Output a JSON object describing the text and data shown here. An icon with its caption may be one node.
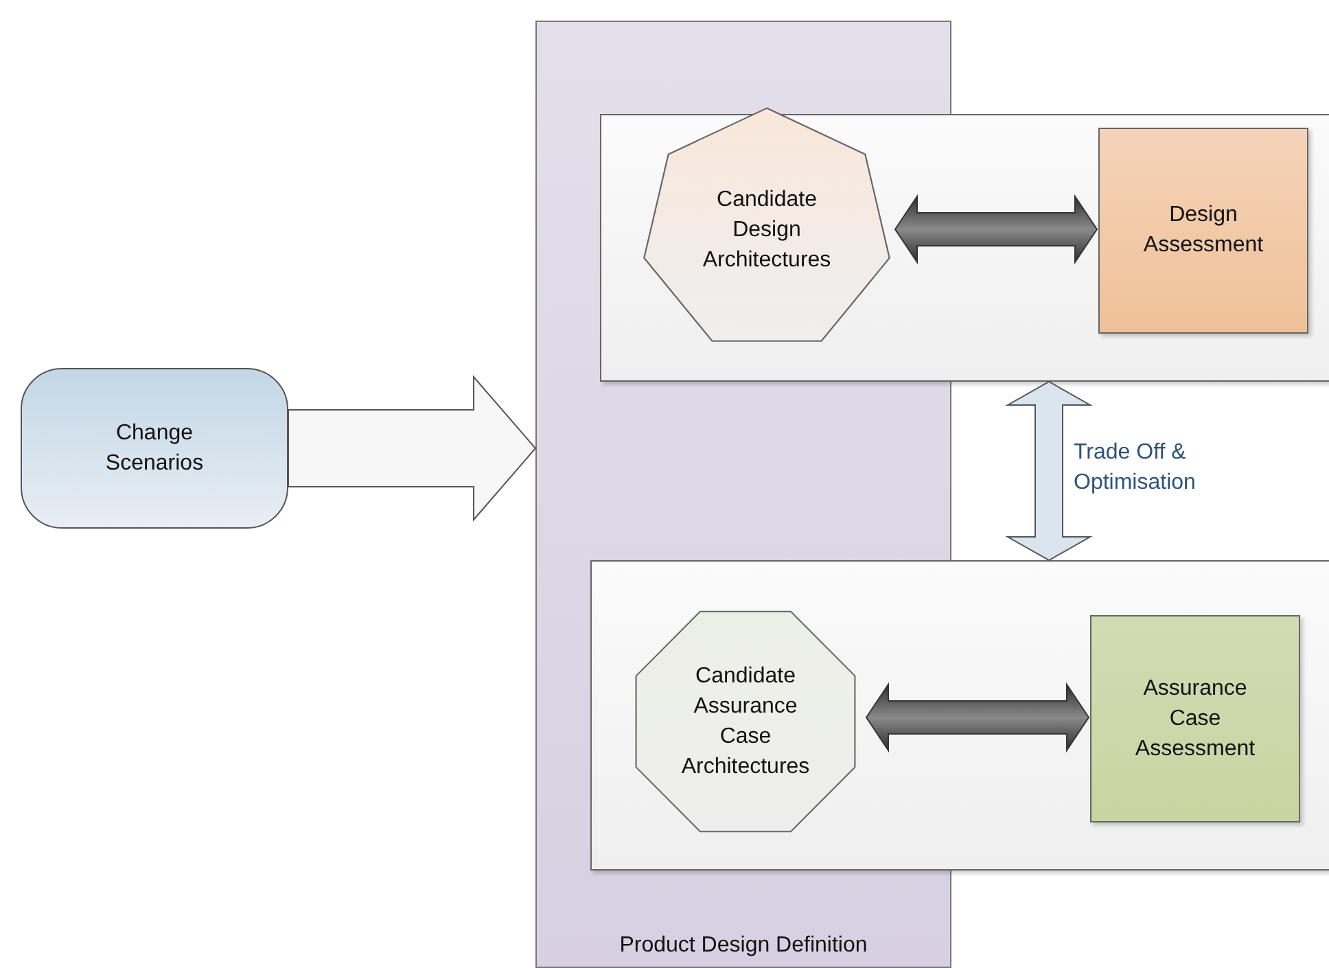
{
  "diagram": {
    "nodes": [
      {
        "text": [
          "Change Scenarios"
        ]
      },
      {
        "text": [
          "Product Design Definition"
        ]
      },
      {
        "text": [],
        "shape": "box"
      },
      {
        "text": [
          "Candidate Design Architectures"
        ]
      },
      {
        "text": [
          "Design Assessment"
        ],
        "in": 2
      },
      {
        "text": [],
        "shape": "box"
      },
      {
        "text": [
          "Candidate Assurance Case Architectures"
        ]
      },
      {
        "text": [
          "Assurance Case Assessment"
        ],
        "in": 5
      }
    ],
    "edges": [
      {
        "from": 0,
        "to": 1,
        "arrow": "to",
        "style": "thick",
        "color": "#f7f7f7"
      },
      {
        "from": 3,
        "to": 4,
        "arrow": "both",
        "style": "thick"
      },
      {
        "from": 2,
        "to": 5,
        "arrow": "both",
        "style": "thick",
        "color": "#dbe5f0",
        "label": "Trade Off & Optimisation"
      },
      {
        "from": 6,
        "to": 7,
        "arrow": "both",
        "style": "thick"
      }
    ]
  }
}
